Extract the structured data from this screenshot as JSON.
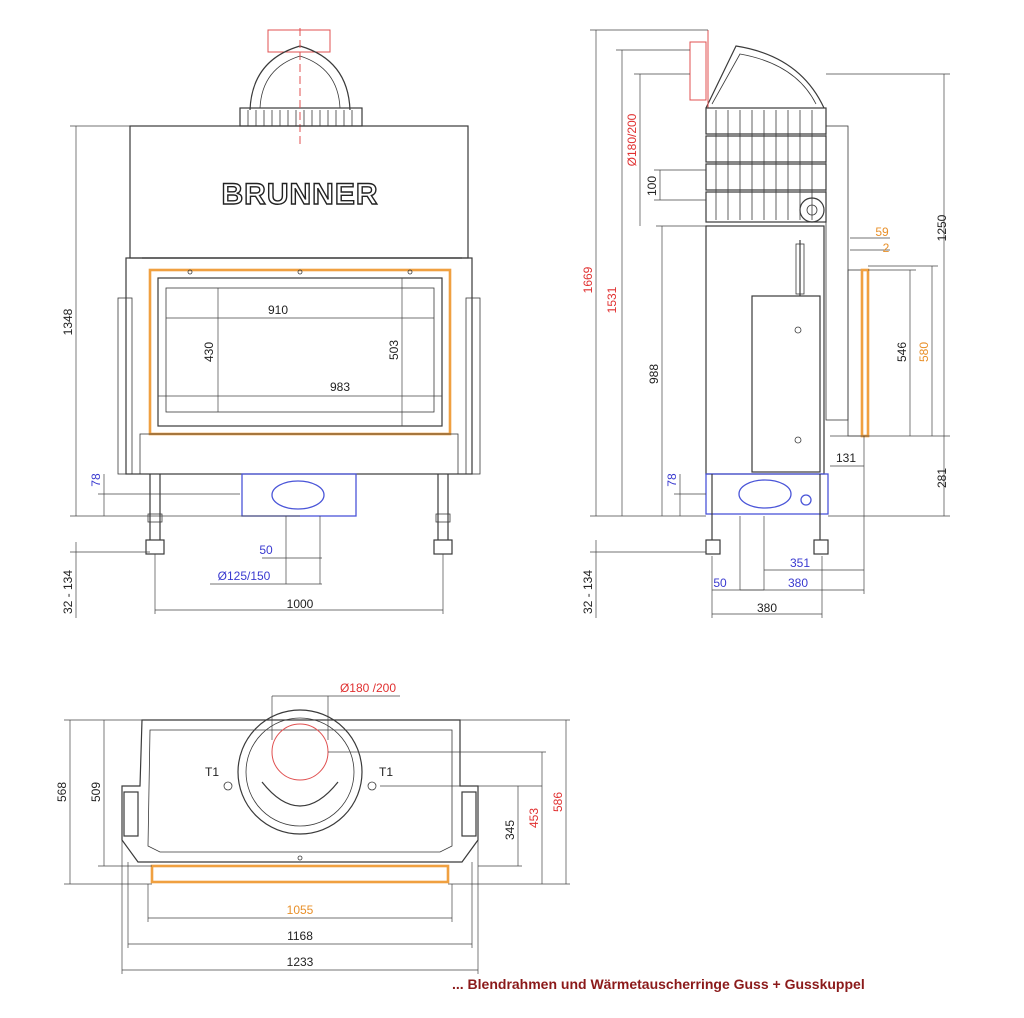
{
  "brand": "BRUNNER",
  "caption": "... Blendrahmen und Wärmetauscherringe Guss + Gusskuppel",
  "colors": {
    "outline": "#3a3a3a",
    "frame": "#f0a040",
    "connection": "#4a55d8",
    "flue": "#e05050",
    "caption": "#8b1a1a"
  },
  "front_view": {
    "dims": {
      "height_total": "1348",
      "glass_width": "910",
      "glass_height": "430",
      "opening_height": "503",
      "opening_width": "983",
      "bottom_offset": "78",
      "flue_offset": "50",
      "flue_diameter": "Ø125/150",
      "feet": "32 - 134",
      "base_width": "1000"
    }
  },
  "side_view": {
    "dims": {
      "total_height": "1669",
      "height_1531": "1531",
      "flue_diameter": "Ø180/200",
      "ring_spacing": "100",
      "height_988": "988",
      "bottom_offset": "78",
      "feet": "32 - 134",
      "frame_59": "59",
      "frame_2": "2",
      "height_1250": "1250",
      "opening_546": "546",
      "opening_580": "580",
      "height_281": "281",
      "depth_131": "131",
      "depth_351": "351",
      "depth_380_a": "380",
      "flue_offset": "50",
      "depth_380_b": "380"
    }
  },
  "plan_view": {
    "dims": {
      "flue_diameter": "Ø180 /200",
      "depth_568": "568",
      "depth_509": "509",
      "sensor_left": "T1",
      "sensor_right": "T1",
      "depth_345": "345",
      "depth_453": "453",
      "depth_586": "586",
      "width_1055": "1055",
      "width_1168": "1168",
      "width_1233": "1233"
    }
  }
}
